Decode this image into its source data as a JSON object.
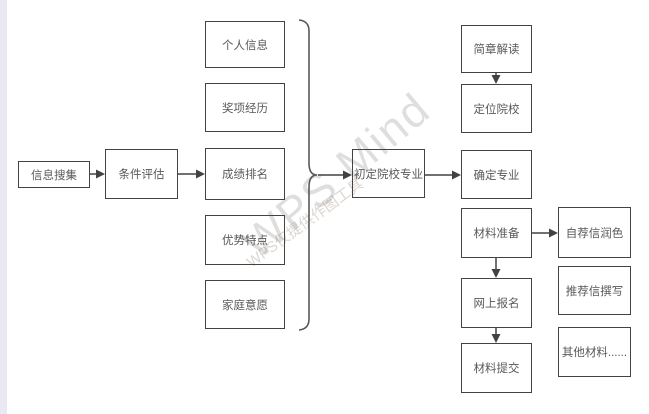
{
  "page": {
    "background": "#ffffff",
    "left_strip_color": "#e9e9f4"
  },
  "watermark": {
    "title": "WPS Mind",
    "subtitle": "WPS仅提供作图工具"
  },
  "flowchart": {
    "type": "flowchart",
    "style": {
      "node_border_color": "#434343",
      "node_text_color": "#595959",
      "connector_color": "#424242",
      "node_fill": "transparent"
    },
    "nodes": [
      {
        "id": "info-collection",
        "label": "信息搜集"
      },
      {
        "id": "condition-evaluation",
        "label": "条件评估"
      },
      {
        "id": "personal-info",
        "label": "个人信息"
      },
      {
        "id": "award-experience",
        "label": "奖项经历"
      },
      {
        "id": "grade-ranking",
        "label": "成绩排名"
      },
      {
        "id": "strength-traits",
        "label": "优势特点"
      },
      {
        "id": "family-wishes",
        "label": "家庭意愿"
      },
      {
        "id": "preliminary-school-major",
        "label": "初定院校专业"
      },
      {
        "id": "brochure-interpretation",
        "label": "简章解读"
      },
      {
        "id": "target-schools",
        "label": "定位院校"
      },
      {
        "id": "confirm-major",
        "label": "确定专业"
      },
      {
        "id": "material-preparation",
        "label": "材料准备"
      },
      {
        "id": "online-registration",
        "label": "网上报名"
      },
      {
        "id": "material-submission",
        "label": "材料提交"
      },
      {
        "id": "self-letter-polish",
        "label": "自荐信润色"
      },
      {
        "id": "recommendation-letter",
        "label": "推荐信撰写"
      },
      {
        "id": "other-materials",
        "label": "其他材料......"
      }
    ],
    "edges": [
      {
        "from": "info-collection",
        "to": "condition-evaluation",
        "type": "arrow"
      },
      {
        "from": "condition-evaluation",
        "to": "grade-ranking",
        "type": "arrow"
      },
      {
        "from": "brace-of-five-factors",
        "to": "preliminary-school-major",
        "type": "arrow"
      },
      {
        "from": "preliminary-school-major",
        "to": "confirm-major",
        "type": "arrow"
      },
      {
        "from": "brochure-interpretation",
        "to": "target-schools",
        "type": "arrow"
      },
      {
        "from": "material-preparation",
        "to": "online-registration",
        "type": "arrow"
      },
      {
        "from": "online-registration",
        "to": "material-submission",
        "type": "arrow"
      },
      {
        "from": "material-preparation",
        "to": "self-letter-polish",
        "type": "arrow"
      }
    ],
    "brace": {
      "groups": [
        "personal-info",
        "award-experience",
        "grade-ranking",
        "strength-traits",
        "family-wishes"
      ],
      "points_to": "preliminary-school-major"
    }
  }
}
